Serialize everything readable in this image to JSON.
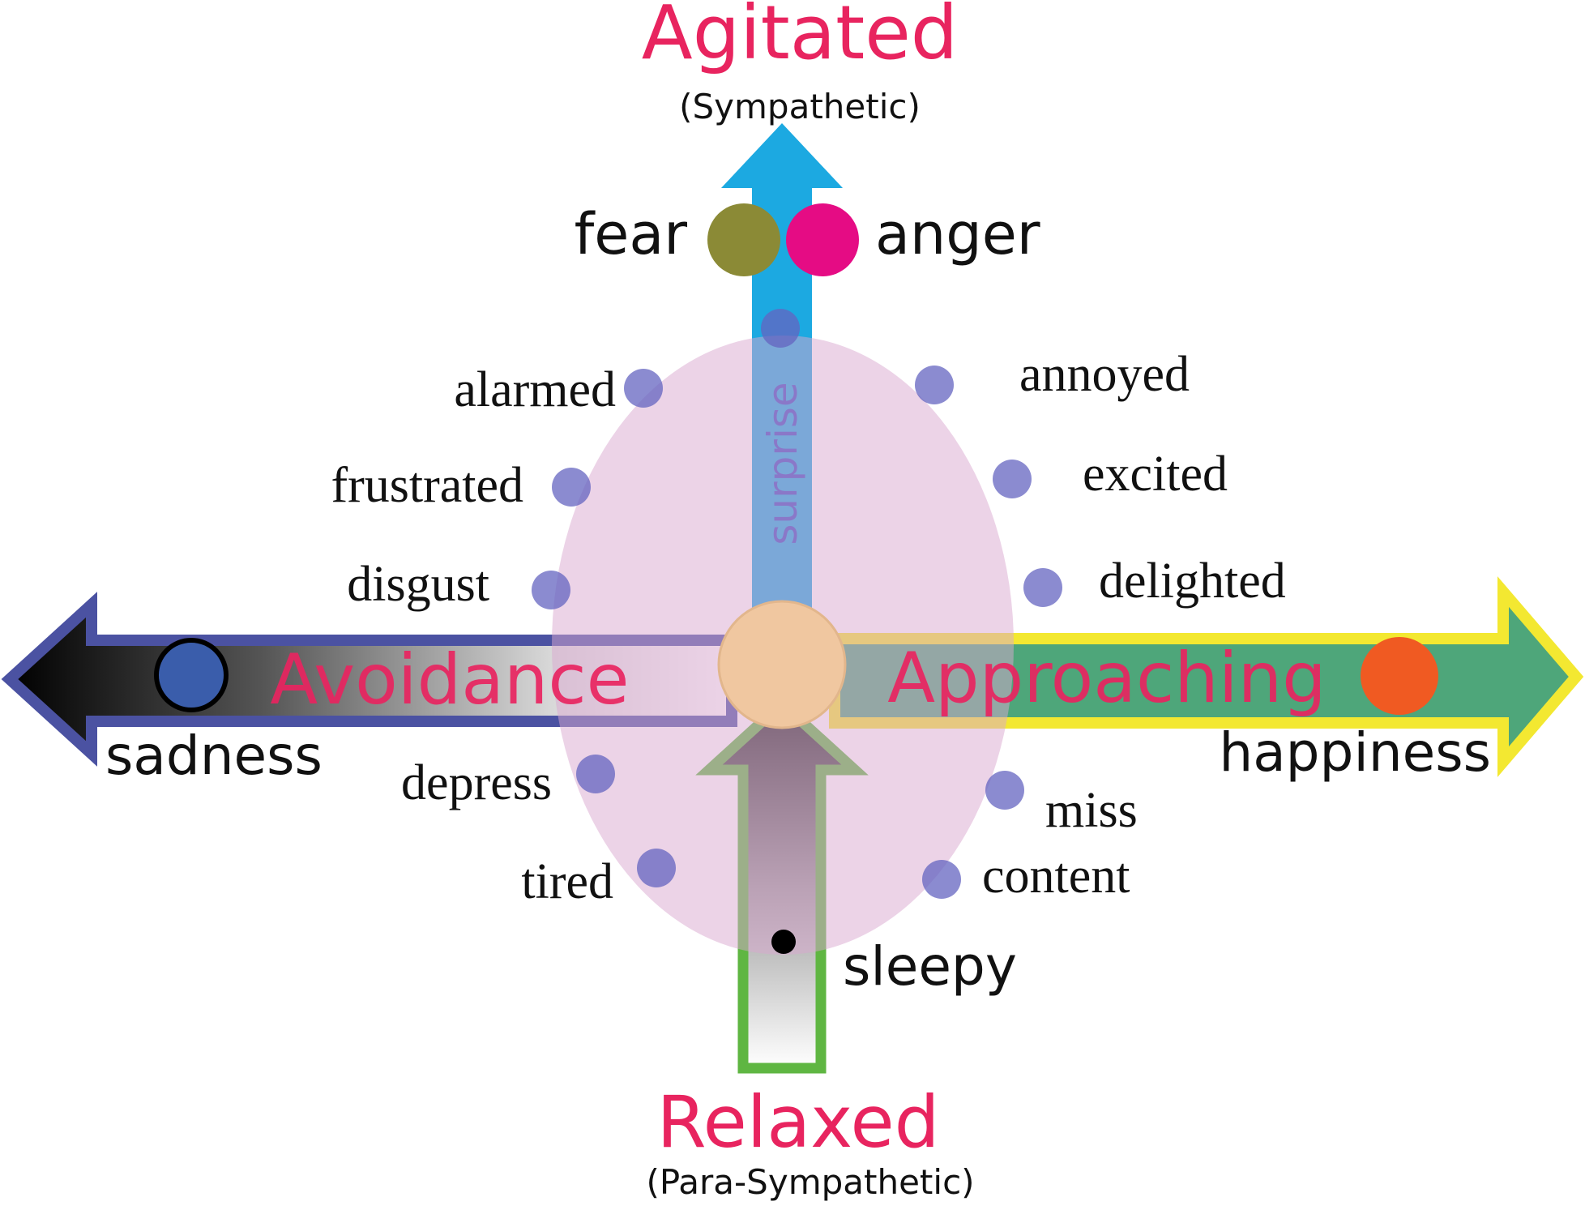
{
  "poles": {
    "top": {
      "title": "Agitated",
      "subtitle": "(Sympathetic)"
    },
    "bottom": {
      "title": "Relaxed",
      "subtitle": "(Para-Sympathetic)"
    },
    "left": {
      "title": "Avoidance"
    },
    "right": {
      "title": "Approaching"
    }
  },
  "axis_label": "surprise",
  "basic_emotions": {
    "fear": "fear",
    "anger": "anger",
    "sadness": "sadness",
    "happiness": "happiness",
    "sleepy": "sleepy"
  },
  "states": {
    "alarmed": "alarmed",
    "frustrated": "frustrated",
    "disgust": "disgust",
    "depress": "depress",
    "tired": "tired",
    "annoyed": "annoyed",
    "excited": "excited",
    "delighted": "delighted",
    "miss": "miss",
    "content": "content"
  },
  "colors": {
    "title": "#e8245f",
    "fear": "#8b8a36",
    "anger": "#e50c84",
    "sadness": "#3a5dab",
    "happiness": "#f05a22",
    "state_dot": "#6464c0",
    "oval": "#e3bfdc",
    "up_arrow": "#1ca9e1",
    "left_arrow_border": "#4b52a2",
    "right_arrow_border": "#f3e831",
    "right_arrow_fill": "#4ea67a",
    "down_arrow_border": "#5fb642",
    "center": "#f0c7a0"
  }
}
